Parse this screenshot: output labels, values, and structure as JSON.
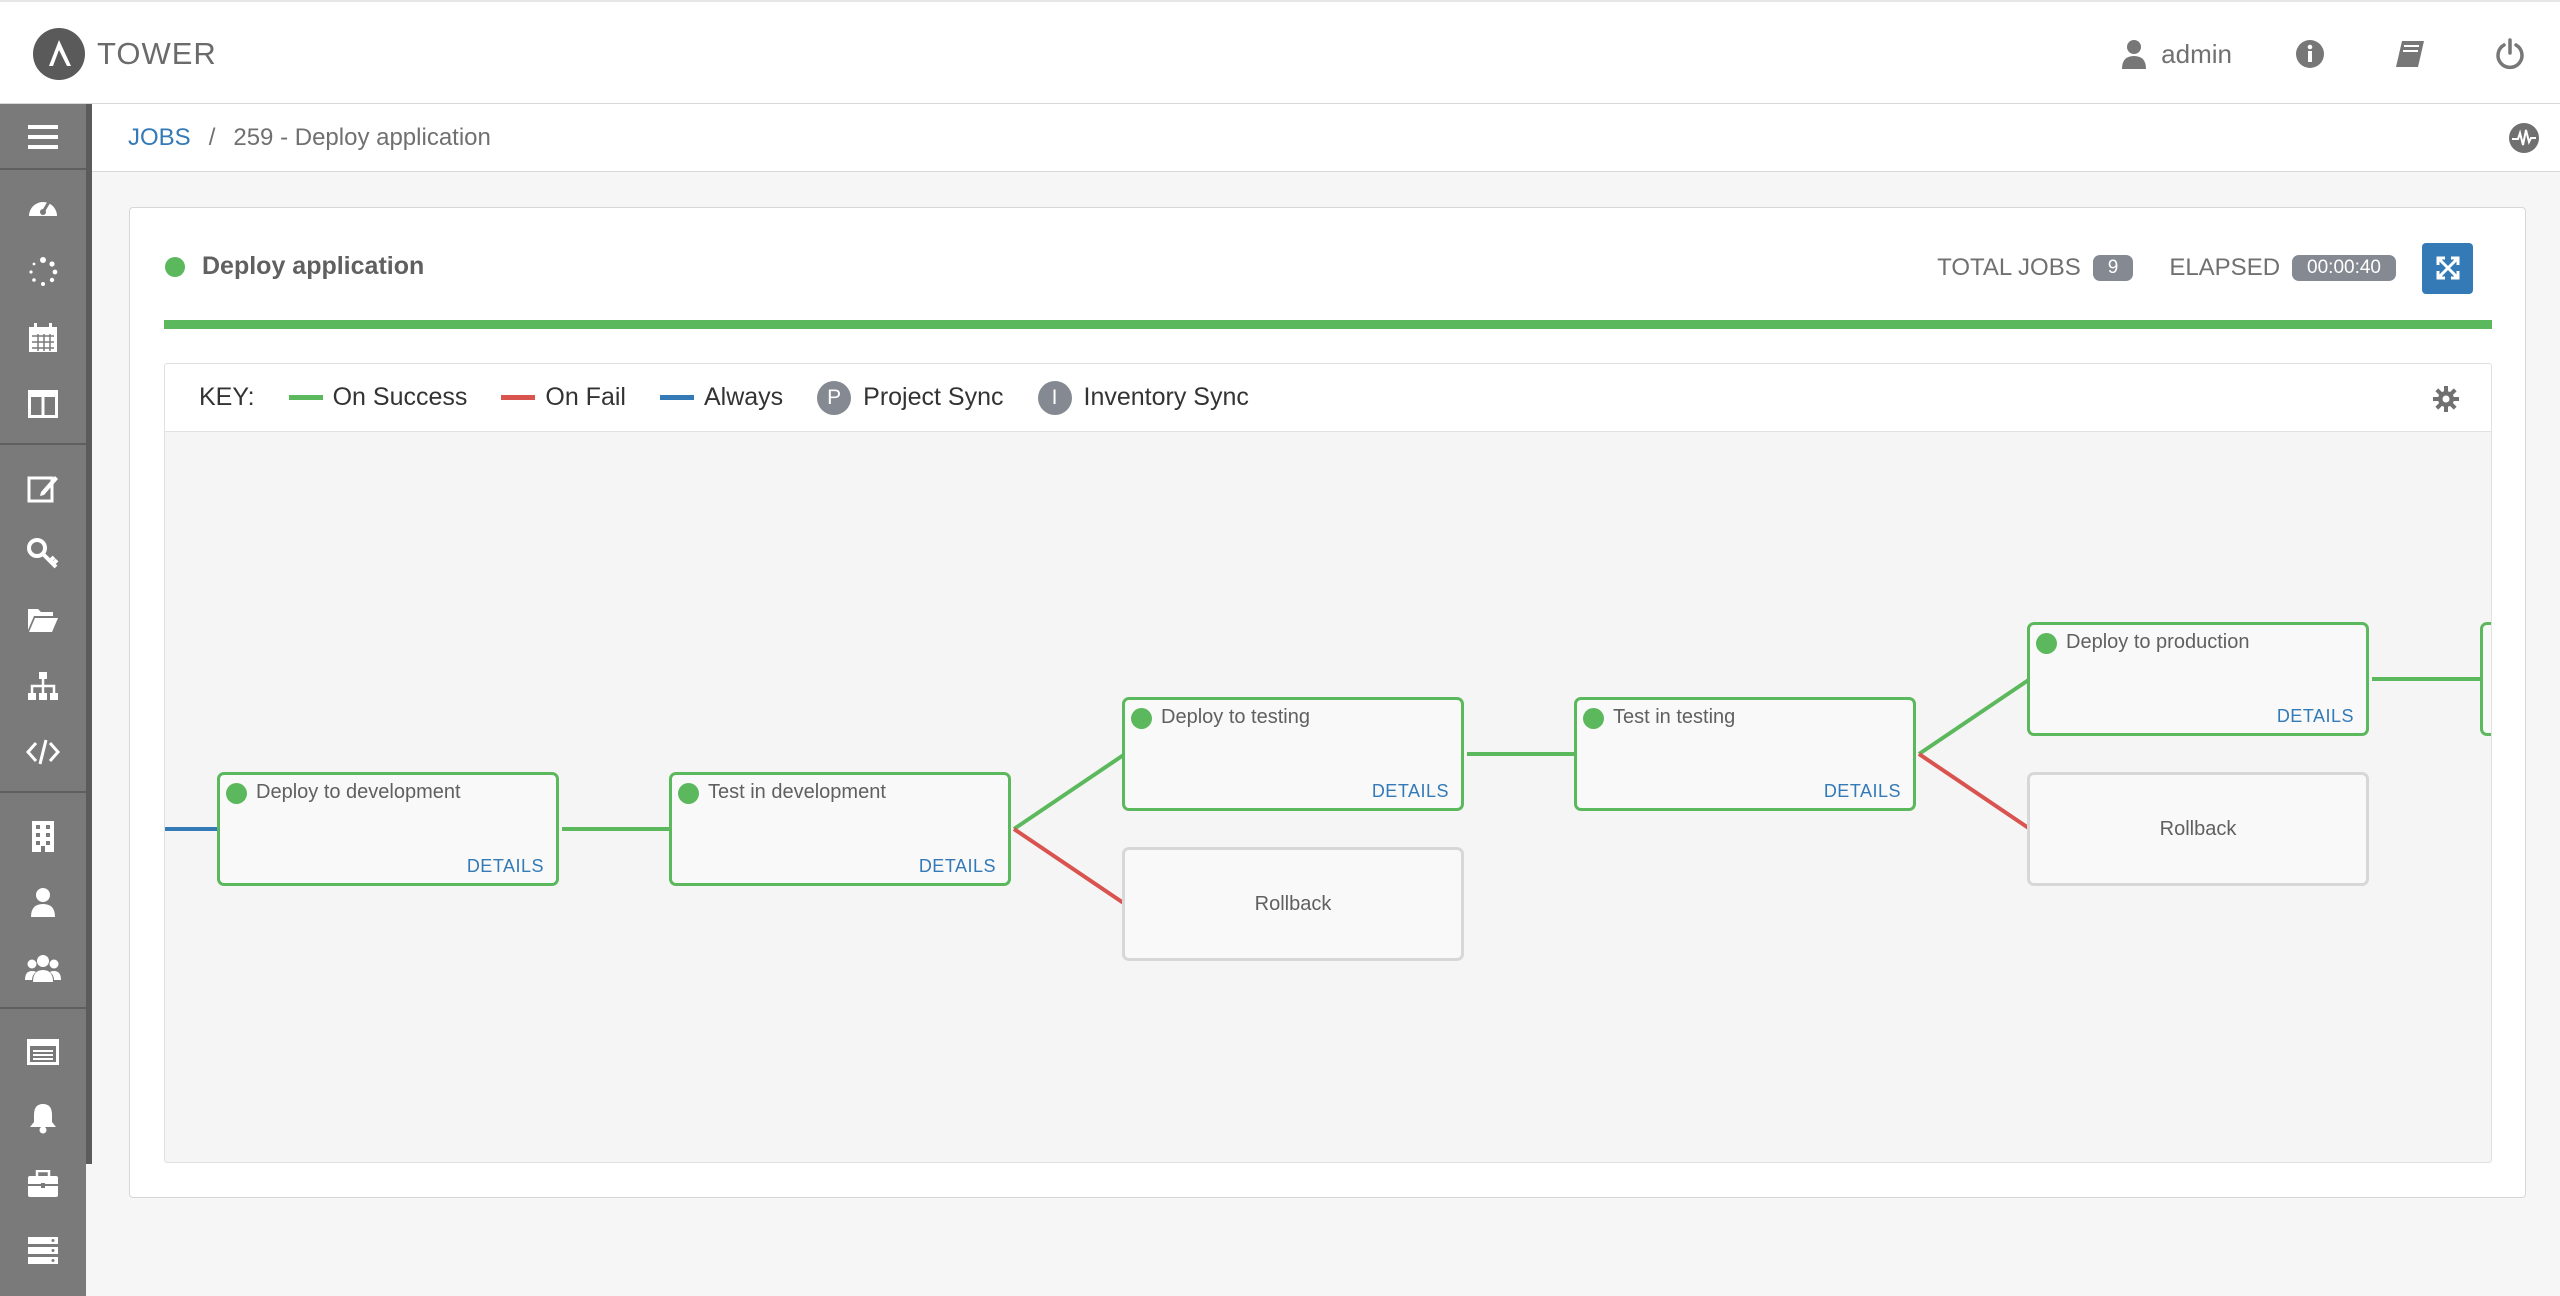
{
  "app": {
    "brand": "TOWER"
  },
  "header": {
    "user": "admin"
  },
  "breadcrumb": {
    "root": "JOBS",
    "separator": "/",
    "current": "259 - Deploy application"
  },
  "job": {
    "title": "Deploy application",
    "status_color": "#5cb85c",
    "total_jobs_label": "TOTAL JOBS",
    "total_jobs": "9",
    "elapsed_label": "ELAPSED",
    "elapsed": "00:00:40",
    "progress_percent": 100
  },
  "key": {
    "label": "KEY:",
    "success": "On Success",
    "fail": "On Fail",
    "always": "Always",
    "project_letter": "P",
    "project": "Project Sync",
    "inventory_letter": "I",
    "inventory": "Inventory Sync"
  },
  "colors": {
    "success": "#5cb85c",
    "fail": "#d9534f",
    "always": "#337ab7",
    "accent": "#337ab7"
  },
  "nodes": {
    "n1": {
      "name": "Deploy to development",
      "details": "DETAILS"
    },
    "n2": {
      "name": "Test in development",
      "details": "DETAILS"
    },
    "n3": {
      "name": "Deploy to testing",
      "details": "DETAILS"
    },
    "n4": {
      "name": "Rollback"
    },
    "n5": {
      "name": "Test in testing",
      "details": "DETAILS"
    },
    "n6": {
      "name": "Deploy to production",
      "details": "DETAILS"
    },
    "n7": {
      "name": "Rollback"
    }
  },
  "sidebar_icons": [
    "menu-icon",
    "dashboard-icon",
    "jobs-icon",
    "schedules-icon",
    "portal-icon",
    "templates-icon",
    "credentials-icon",
    "projects-icon",
    "inventories-icon",
    "inventory-scripts-icon",
    "organizations-icon",
    "users-icon",
    "teams-icon",
    "credential-types-icon",
    "notifications-icon",
    "management-jobs-icon",
    "instance-groups-icon"
  ]
}
